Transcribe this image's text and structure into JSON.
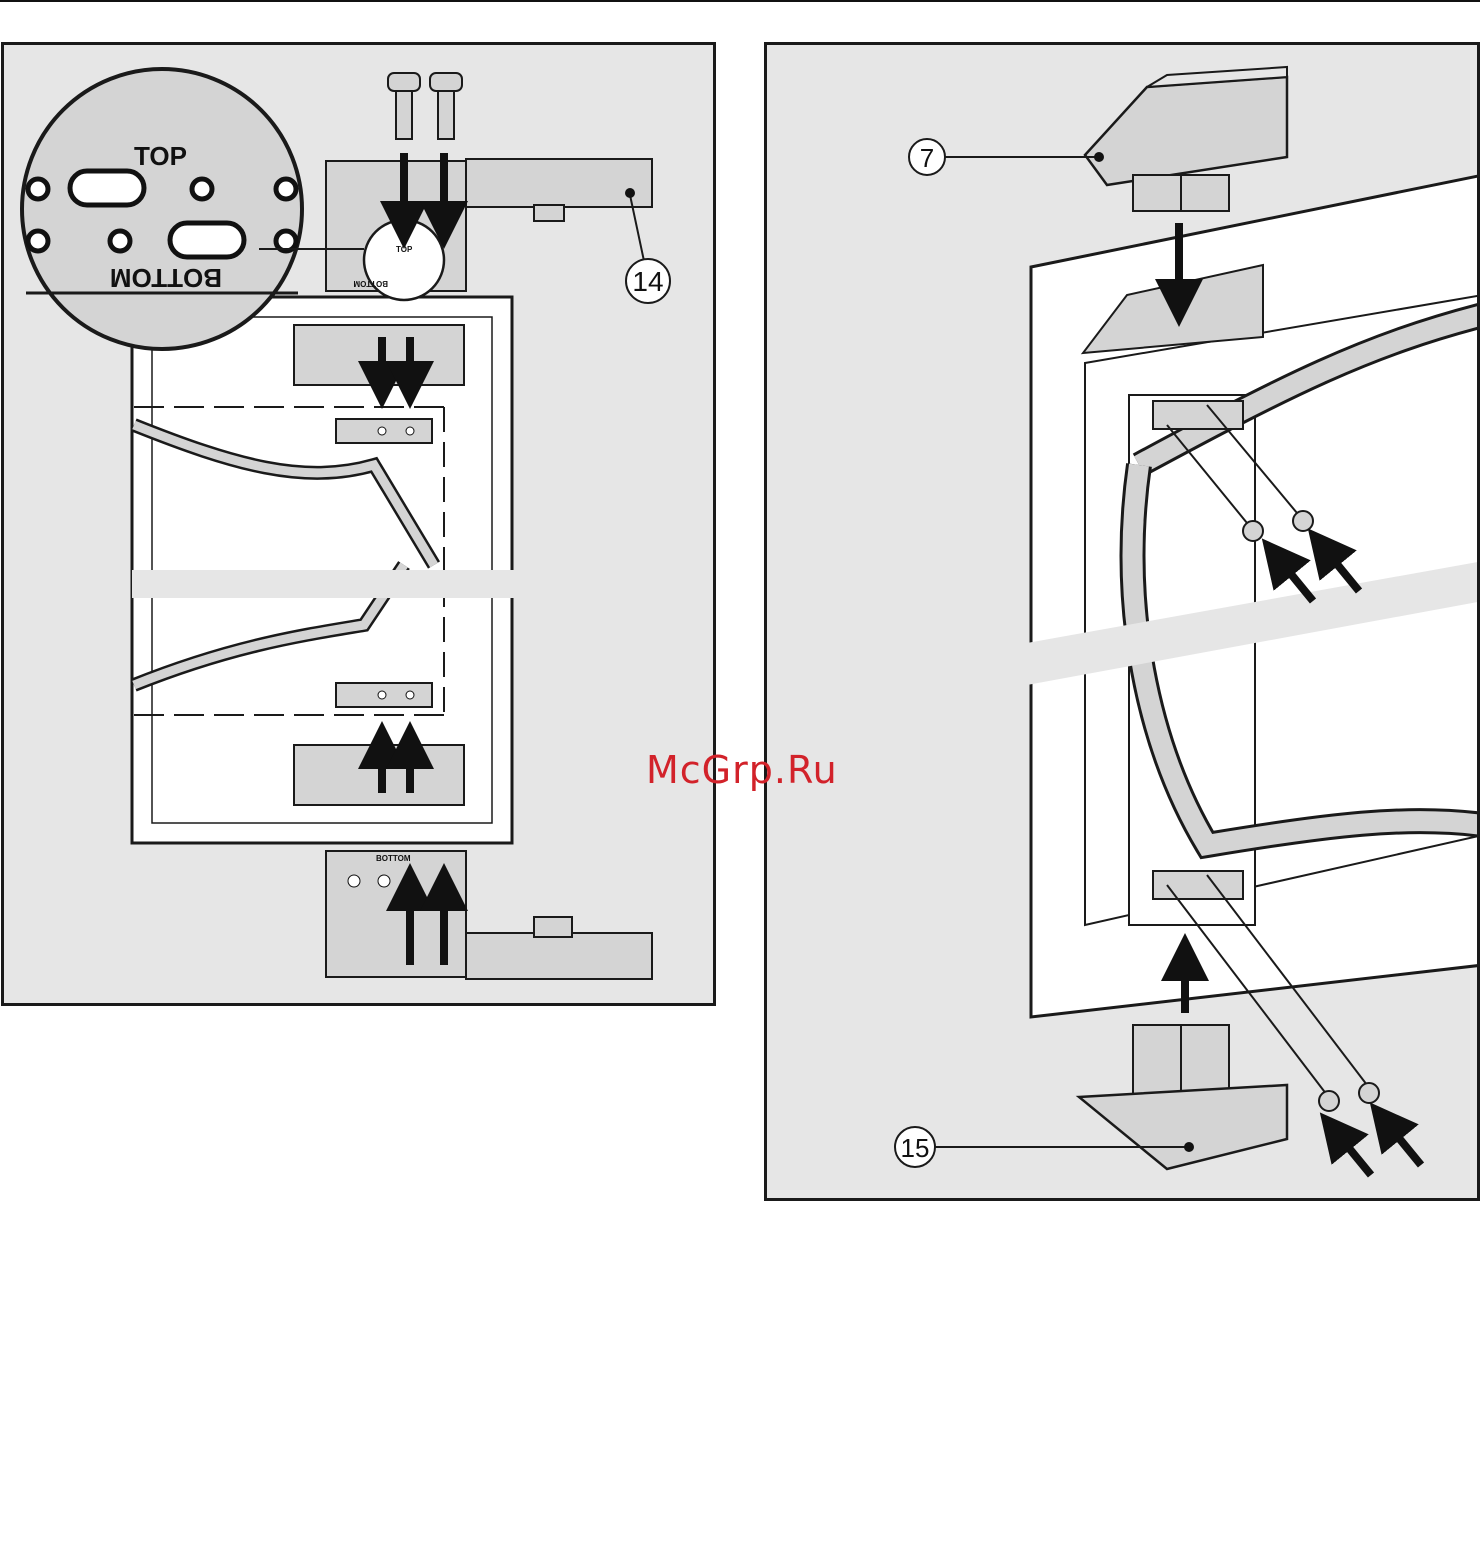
{
  "watermark": "McGrp.Ru",
  "left_panel": {
    "magnifier_label_top": "TOP",
    "magnifier_label_bottom": "BOTTOM",
    "small_label_top": "TOP",
    "small_label_bottom": "BOTTOM",
    "lower_bracket_label": "BOTTOM",
    "callout_14": "14"
  },
  "right_panel": {
    "callout_7": "7",
    "callout_15": "15"
  },
  "colors": {
    "panel_bg": "#e6e6e6",
    "line": "#1a1a1a",
    "part_fill": "#d4d4d4",
    "white": "#ffffff",
    "watermark": "#d2222a"
  }
}
